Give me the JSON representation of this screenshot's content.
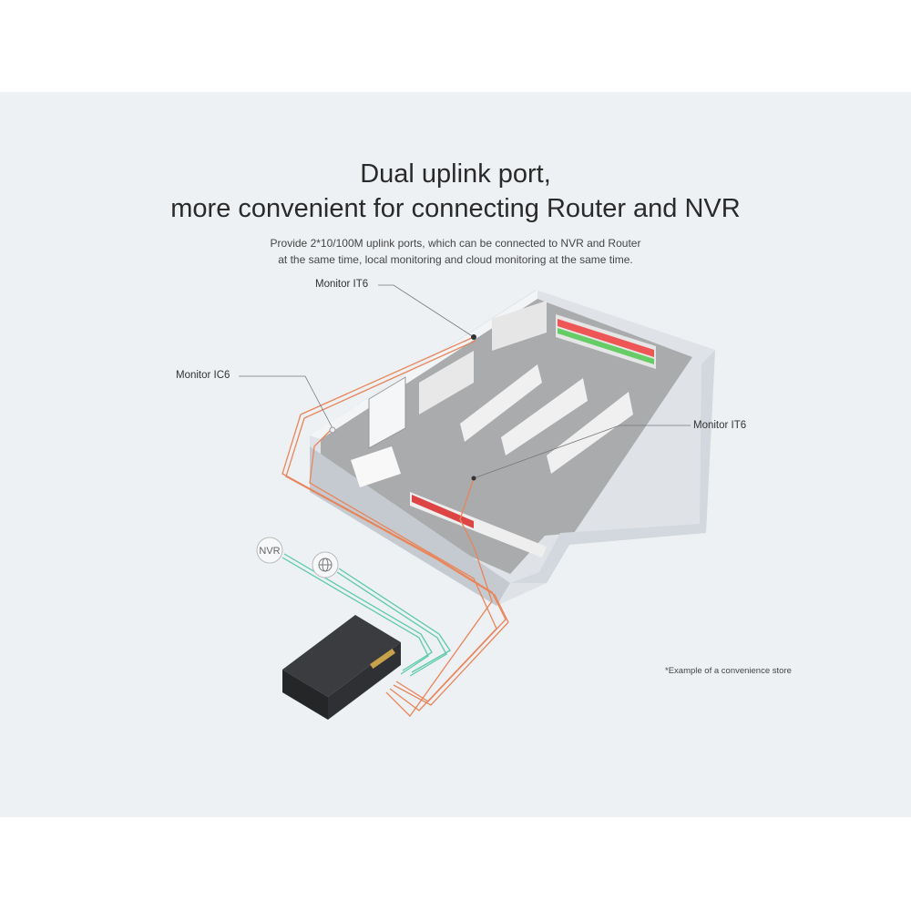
{
  "heading": {
    "line1": "Dual uplink port,",
    "line2": "more convenient for connecting Router and NVR"
  },
  "description": {
    "line1": "Provide 2*10/100M uplink ports, which can be connected to NVR and Router",
    "line2": "at the same time, local monitoring and cloud monitoring at the same time."
  },
  "labels": {
    "monitor_top": "Monitor  IT6",
    "monitor_left": "Monitor  IC6",
    "monitor_right": "Monitor  IT6",
    "nvr": "NVR",
    "internet_icon": "globe-icon"
  },
  "footnote": "*Example of a convenience store",
  "colors": {
    "poe_cable": "#e8855a",
    "uplink_cable": "#5ccaa8",
    "background": "#eef1f4"
  }
}
